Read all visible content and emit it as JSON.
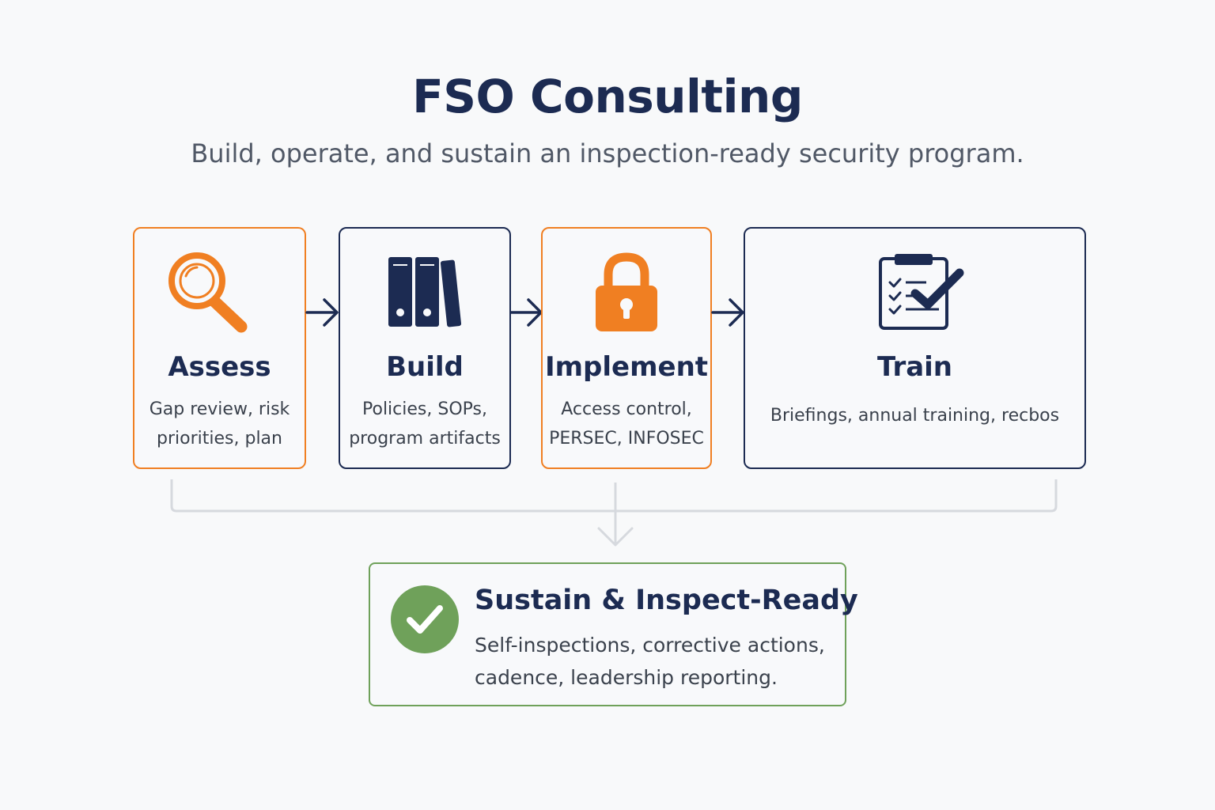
{
  "header": {
    "title": "FSO Consulting",
    "subtitle": "Build, operate, and sustain an inspection-ready security program."
  },
  "steps": [
    {
      "title": "Assess",
      "desc_line1": "Gap review, risk",
      "desc_line2": "priorities, plan",
      "icon": "magnifier-icon"
    },
    {
      "title": "Build",
      "desc_line1": "Policies, SOPs,",
      "desc_line2": "program artifacts",
      "icon": "binders-icon"
    },
    {
      "title": "Implement",
      "desc_line1": "Access control,",
      "desc_line2": "PERSEC, INFOSEC",
      "icon": "padlock-icon"
    },
    {
      "title": "Train",
      "desc_line1": "Briefings, annual training, recbos",
      "icon": "checklist-icon"
    }
  ],
  "sustain": {
    "title": "Sustain & Inspect-Ready",
    "desc_line1": "Self-inspections, corrective actions,",
    "desc_line2": "cadence, leadership reporting.",
    "icon": "check-circle-icon"
  },
  "colors": {
    "navy": "#1c2b52",
    "orange": "#f07f22",
    "green": "#6fa15a",
    "connector": "#d6d9de"
  }
}
